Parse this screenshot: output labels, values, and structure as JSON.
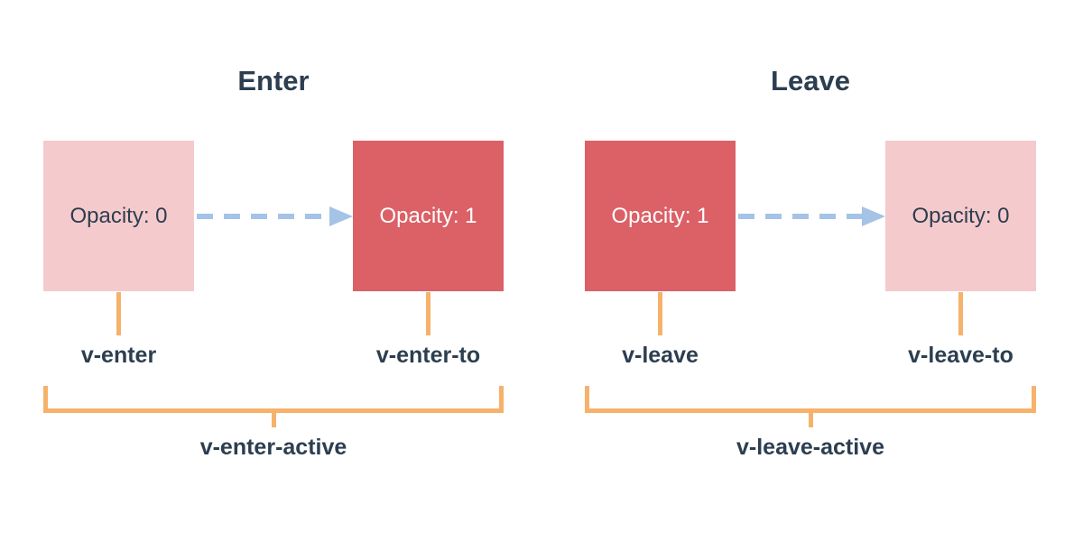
{
  "colors": {
    "background": "#ffffff",
    "text-dark": "#2c3e50",
    "text-light": "#ffffff",
    "box-pink": "#f5cacc",
    "box-red": "#db6167",
    "arrow-blue": "#a4c3e7",
    "bracket-orange": "#f6b26b"
  },
  "sections": [
    {
      "title": "Enter",
      "boxes": [
        {
          "label": "Opacity: 0"
        },
        {
          "label": "Opacity: 1"
        }
      ],
      "labels": {
        "from": "v-enter",
        "to": "v-enter-to",
        "active": "v-enter-active"
      }
    },
    {
      "title": "Leave",
      "boxes": [
        {
          "label": "Opacity: 1"
        },
        {
          "label": "Opacity: 0"
        }
      ],
      "labels": {
        "from": "v-leave",
        "to": "v-leave-to",
        "active": "v-leave-active"
      }
    }
  ]
}
